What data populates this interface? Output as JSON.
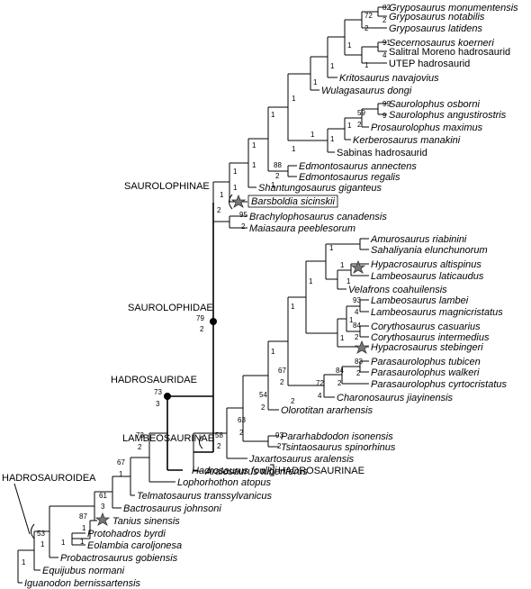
{
  "taxa": [
    "Gryposaurus monumentensis",
    "Gryposaurus notabilis",
    "Gryposaurus latidens",
    "Secernosaurus koerneri",
    "Salitral Moreno hadrosaurid",
    "UTEP hadrosaurid",
    "Kritosaurus navajovius",
    "Wulagasaurus dongi",
    "Saurolophus osborni",
    "Saurolophus angustirostris",
    "Prosaurolophus maximus",
    "Kerberosaurus manakini",
    "Sabinas hadrosaurid",
    "Edmontosaurus annectens",
    "Edmontosaurus regalis",
    "Shantungosaurus giganteus",
    "Barsboldia sicinskii",
    "Brachylophosaurus canadensis",
    "Maiasaura peeblesorum",
    "Amurosaurus riabinini",
    "Sahaliyania elunchunorum",
    "Hypacrosaurus altispinus",
    "Lambeosaurus laticaudus",
    "Velafrons coahuilensis",
    "Lambeosaurus lambei",
    "Lambeosaurus magnicristatus",
    "Corythosaurus casuarius",
    "Corythosaurus intermedius",
    "Hypacrosaurus stebingeri",
    "Parasaurolophus tubicen",
    "Parasaurolophus walkeri",
    "Parasaurolophus cyrtocristatus",
    "Charonosaurus jiayinensis",
    "Olorotitan ararhensis",
    "Pararhabdodon isonensis",
    "Tsintaosaurus spinorhinus",
    "Jaxartosaurus aralensis",
    "Aralosaurus tuberiferus",
    "Hadrosaurus foulkii",
    "Lophorhothon atopus",
    "Telmatosaurus transsylvanicus",
    "Bactrosaurus johnsoni",
    "Tanius sinensis",
    "Protohadros byrdi",
    "Eolambia caroljonesa",
    "Probactrosaurus gobiensis",
    "Equijubus normani",
    "Iguanodon bernissartensis"
  ],
  "clades": {
    "saurolophinae": "SAUROLOPHINAE",
    "saurolophidae": "SAUROLOPHIDAE",
    "hadrosauridae": "HADROSAURIDAE",
    "lambeosaurinae": "LAMBEOSAURINAE",
    "hadrosauroidea": "HADROSAUROIDEA",
    "hadrosaurinae": "HADROSAURINAE"
  },
  "support_values": [
    "82",
    "2",
    "72",
    "2",
    "91",
    "4",
    "1",
    "1",
    "1",
    "1",
    "1",
    "1",
    "1",
    "1",
    "99",
    "9",
    "59",
    "2",
    "1",
    "1",
    "1",
    "1",
    "88",
    "2",
    "1",
    "1",
    "1",
    "1",
    "2",
    "95",
    "2",
    "79",
    "2",
    "73",
    "3",
    "1",
    "1",
    "1",
    "1",
    "93",
    "4",
    "84",
    "2",
    "1",
    "1",
    "1",
    "1",
    "83",
    "2",
    "84",
    "2",
    "72",
    "4",
    "2",
    "67",
    "2",
    "54",
    "2",
    "93",
    "2",
    "63",
    "2",
    "58",
    "2",
    "73",
    "2",
    "67",
    "1",
    "61",
    "3",
    "87",
    "1",
    "1",
    "1",
    "1",
    "53",
    "1",
    "1"
  ]
}
